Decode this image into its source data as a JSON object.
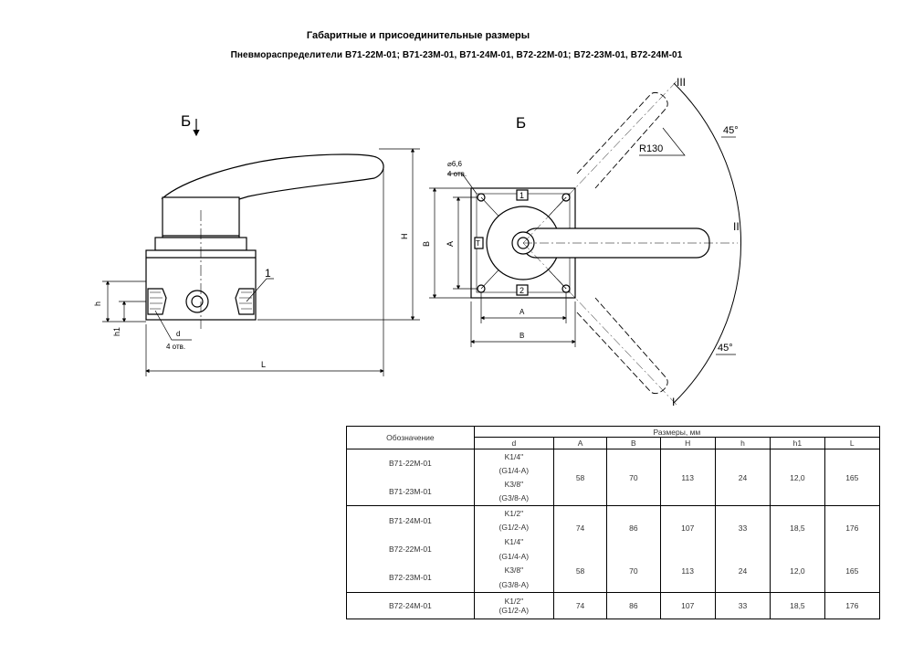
{
  "header": {
    "title": "Габаритные и присоединительные размеры",
    "subtitle": "Пневмораспределители В71-22М-01; В71-23М-01, В71-24М-01, В72-22М-01; В72-23М-01, В72-24М-01"
  },
  "side_view": {
    "section_mark": "Б",
    "dim_H": "H",
    "dim_L": "L",
    "dim_h": "h",
    "dim_h1": "h1",
    "dim_d": "d",
    "hole_note": "4 отв.",
    "leader_1": "1"
  },
  "top_view": {
    "view_label": "Б",
    "hole_size": "⌀6,6",
    "hole_note": "4 отв.",
    "dim_B_vert": "B",
    "dim_A_vert": "A",
    "dim_A": "A",
    "dim_B": "B",
    "port_1": "1",
    "port_2": "2",
    "port_T": "T",
    "radius": "R130",
    "angle_top": "45°",
    "angle_bottom": "45°",
    "pos_III": "III",
    "pos_II": "II",
    "pos_I": "I"
  },
  "table": {
    "col_designation": "Обозначение",
    "col_group": "Размеры, мм",
    "columns": [
      "d",
      "A",
      "B",
      "H",
      "h",
      "h1",
      "L"
    ],
    "rows": [
      {
        "name": "В71-22М-01",
        "d1": "K1/4\"",
        "d2": "(G1/4-A)"
      },
      {
        "name": "В71-23М-01",
        "d1": "K3/8\"",
        "d2": "(G3/8-A)"
      },
      {
        "name": "В71-24М-01",
        "d1": "K1/2\"",
        "d2": "(G1/2-A)"
      },
      {
        "name": "В72-22М-01",
        "d1": "K1/4\"",
        "d2": "(G1/4-A)"
      },
      {
        "name": "В72-23М-01",
        "d1": "K3/8\"",
        "d2": "(G3/8-A)"
      },
      {
        "name": "В72-24М-01",
        "d1": "K1/2\"",
        "d2": "(G1/2-A)"
      }
    ],
    "group_small": {
      "A": "58",
      "B": "70",
      "H": "113",
      "h": "24",
      "h1": "12,0",
      "L": "165"
    },
    "group_large": {
      "A": "74",
      "B": "86",
      "H": "107",
      "h": "33",
      "h1": "18,5",
      "L": "176"
    },
    "group_small_2": {
      "A": "58",
      "B": "70",
      "H": "113",
      "h": "24",
      "h1": "12,0",
      "L": "165"
    },
    "group_large_2": {
      "A": "74",
      "B": "86",
      "H": "107",
      "h": "33",
      "h1": "18,5",
      "L": "176"
    }
  }
}
